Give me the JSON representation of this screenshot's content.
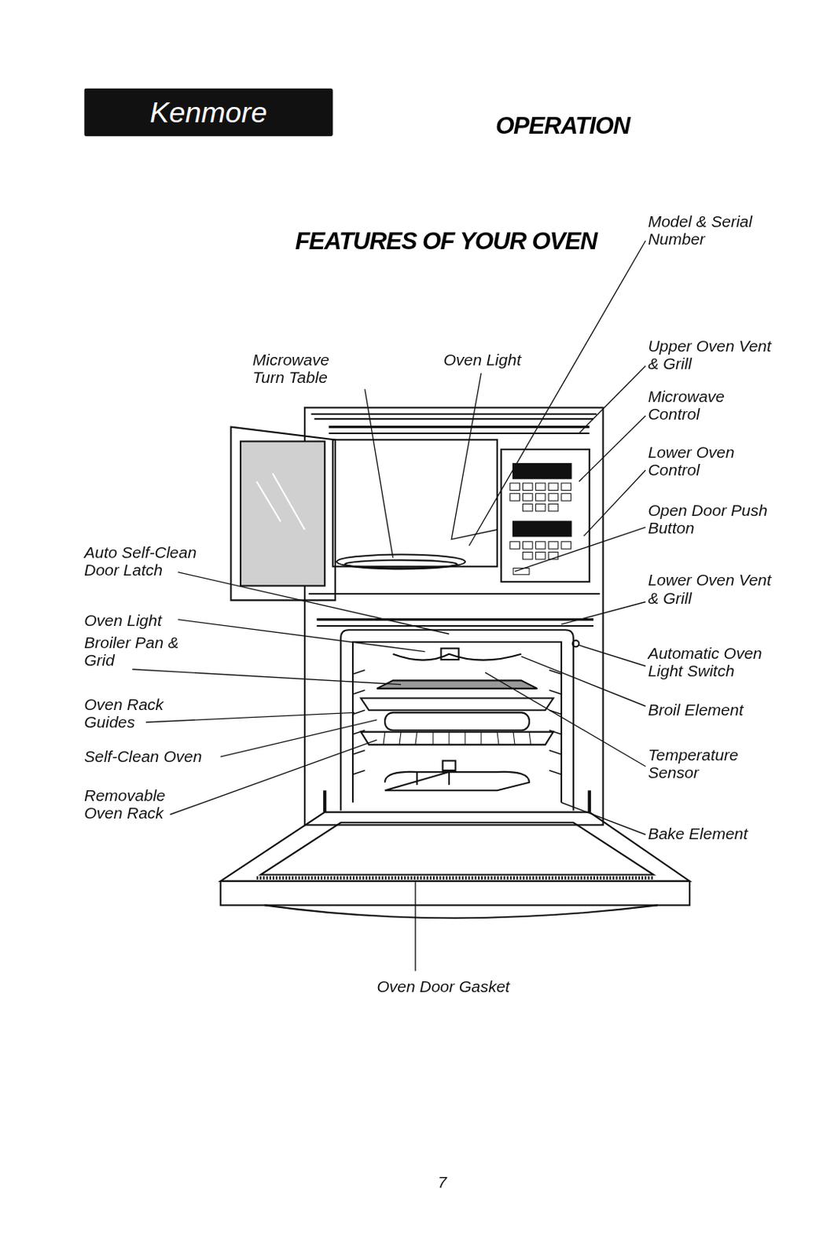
{
  "diagram": {
    "title": "OPERATION",
    "nodes": [
      {
        "text": [
          "Kenmore"
        ]
      }
    ],
    "labels": [
      "FEATURES OF YOUR OVEN",
      "Model & Serial Number",
      "Upper Oven Vent & Grill",
      "Microwave Turn Table",
      "Oven Light",
      "Microwave Control",
      "Lower Oven Control",
      "Open Door Push Button",
      "Auto Self-Clean Door Latch",
      "Lower Oven Vent & Grill",
      "Oven Light",
      "Automatic Oven Light Switch",
      "Broiler Pan & Grid",
      "Broil Element",
      "Oven Rack Guides",
      "Temperature Sensor",
      "Self-Clean Oven",
      "Removable Oven Rack",
      "Bake Element",
      "Oven Door Gasket",
      "7"
    ]
  }
}
